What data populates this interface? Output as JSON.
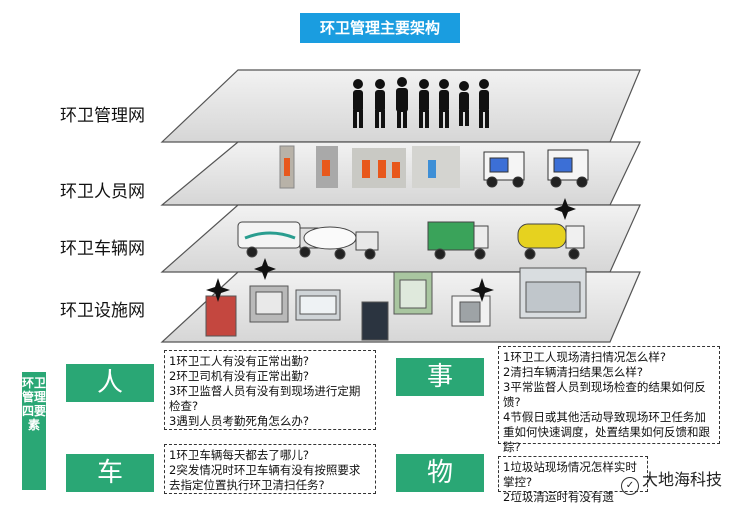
{
  "title": "环卫管理主要架构",
  "layers": [
    {
      "label": "环卫管理网"
    },
    {
      "label": "环卫人员网"
    },
    {
      "label": "环卫车辆网"
    },
    {
      "label": "环卫设施网"
    }
  ],
  "side_label": "环卫管理四要素",
  "elements": {
    "person": {
      "tile": "人",
      "items": [
        "1环卫工人有没有正常出勤?",
        "2环卫司机有没有正常出勤?",
        "3环卫监督人员有没有到现场进行定期检查?",
        "3遇到人员考勤死角怎么办?"
      ]
    },
    "vehicle": {
      "tile": "车",
      "items": [
        "1环卫车辆每天都去了哪儿?",
        "2突发情况时环卫车辆有没有按照要求去指定位置执行环卫清扫任务?"
      ]
    },
    "affairs": {
      "tile": "事",
      "items": [
        "1环卫工人现场清扫情况怎么样?",
        "2清扫车辆清扫结果怎么样?",
        "3平常监督人员到现场检查的结果如何反馈?",
        "4节假日或其他活动导致现场环卫任务加重如何快速调度，处置结果如何反馈和跟踪?"
      ]
    },
    "objects": {
      "tile": "物",
      "items": [
        "1垃圾站现场情况怎样实时掌控?",
        "2垃圾清运时有没有遗"
      ]
    }
  },
  "watermark": "大地海科技",
  "colors": {
    "title_bg": "#1a9de0",
    "green": "#2aa775",
    "layer_fill": "#e6e6e6"
  }
}
